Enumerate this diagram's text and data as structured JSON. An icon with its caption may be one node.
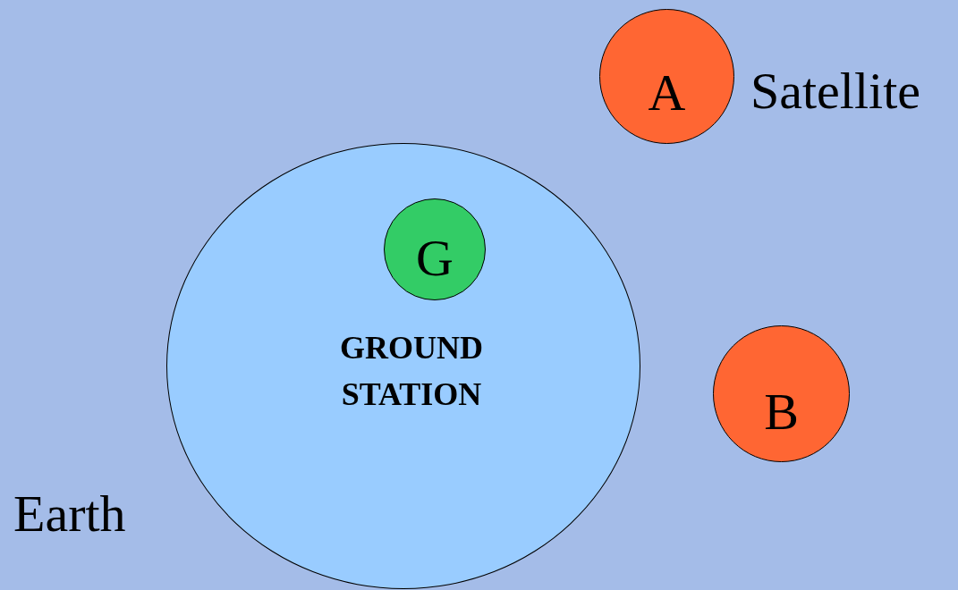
{
  "diagram": {
    "nodes": [
      {
        "text": [
          "Earth"
        ]
      },
      {
        "text": [
          "G"
        ],
        "in": 0,
        "beside": [
          "GROUND STATION"
        ]
      },
      {
        "text": [
          "A"
        ],
        "beside": [
          "Satellite"
        ]
      },
      {
        "text": [
          "B"
        ]
      }
    ],
    "edges": []
  }
}
